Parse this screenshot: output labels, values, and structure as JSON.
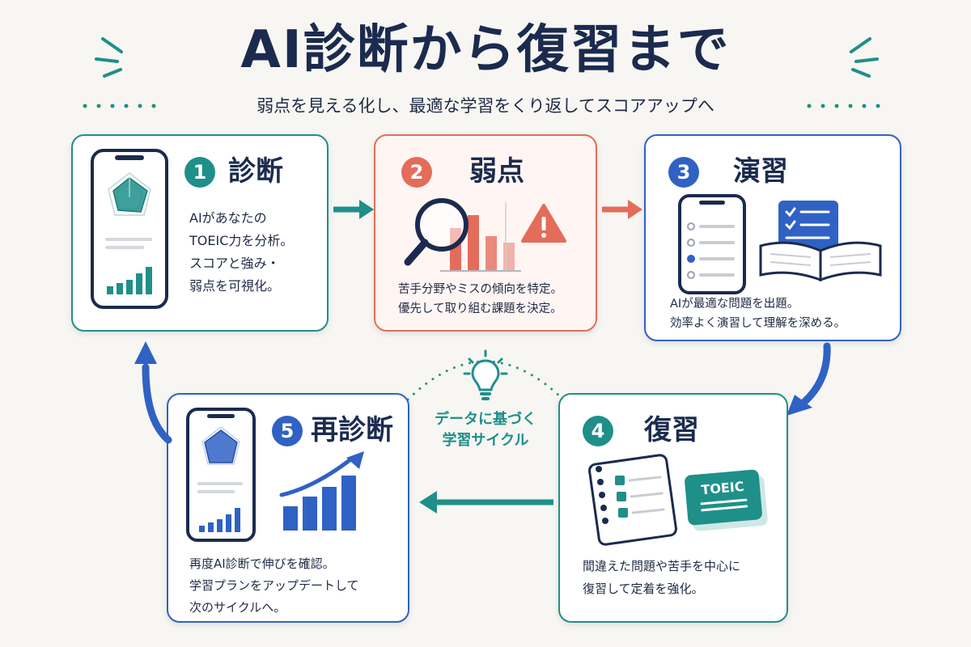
{
  "header": {
    "title": "AI診断から復習まで",
    "subtitle": "弱点を見える化し、最適な学習をくり返してスコアアップへ"
  },
  "center": {
    "lines": [
      "データに基づく",
      "学習サイクル"
    ]
  },
  "steps": [
    {
      "number": "1",
      "label": "診断",
      "lines": [
        "AIがあなたの",
        "TOEIC力を分析。",
        "スコアと強み・",
        "弱点を可視化。"
      ]
    },
    {
      "number": "2",
      "label": "弱点",
      "lines": [
        "苦手分野やミスの傾向を特定。",
        "優先して取り組む課題を決定。"
      ]
    },
    {
      "number": "3",
      "label": "演習",
      "lines": [
        "AIが最適な問題を出題。",
        "効率よく演習して理解を深める。"
      ]
    },
    {
      "number": "4",
      "label": "復習",
      "lines": [
        "間違えた問題や苦手を中心に",
        "復習して定着を強化。"
      ],
      "card_text": "TOEIC"
    },
    {
      "number": "5",
      "label": "再診断",
      "lines": [
        "再度AI診断で伸びを確認。",
        "学習プランをアップデートして",
        "次のサイクルへ。"
      ]
    }
  ],
  "colors": {
    "teal": "#1f8f8a",
    "red": "#e46c5a",
    "blue": "#2f62c4",
    "navy": "#1b2b4f",
    "background": "#f7f6f2"
  },
  "icons": [
    "radar-chart-icon",
    "bar-chart-icon",
    "magnifier-icon",
    "warning-icon",
    "phone-checklist-icon",
    "checklist-icon",
    "open-book-icon",
    "lightbulb-icon",
    "notebook-checklist-icon",
    "toeic-card-icon",
    "rising-bar-chart-icon"
  ]
}
